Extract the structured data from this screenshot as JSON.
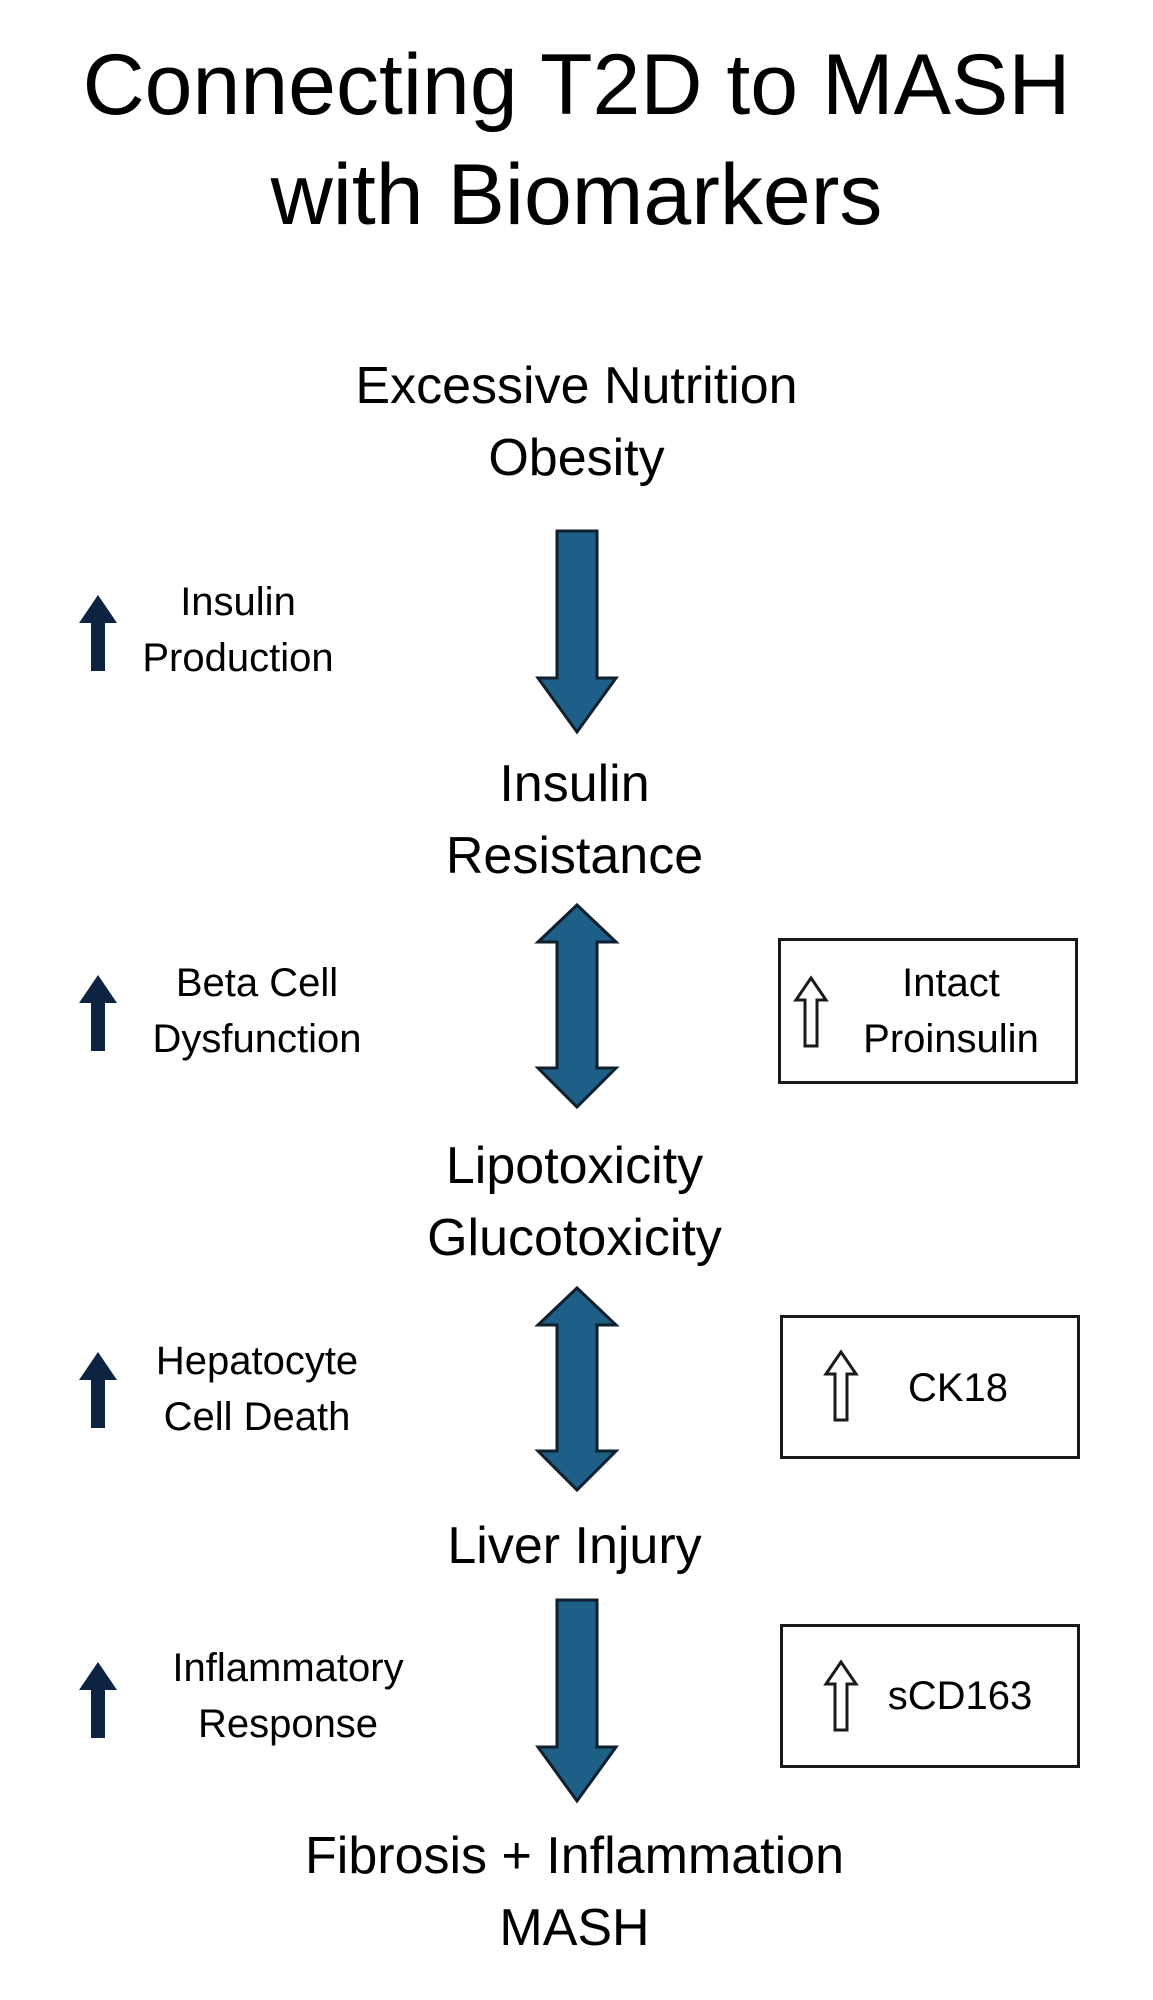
{
  "title": {
    "line1": "Connecting T2D to MASH",
    "line2": "with Biomarkers"
  },
  "stages": [
    {
      "lines": [
        "Excessive Nutrition",
        "Obesity"
      ]
    },
    {
      "lines": [
        "Insulin",
        "Resistance"
      ]
    },
    {
      "lines": [
        "Lipotoxicity",
        "Glucotoxicity"
      ]
    },
    {
      "lines": [
        "Liver Injury"
      ]
    },
    {
      "lines": [
        "Fibrosis + Inflammation",
        "MASH"
      ]
    }
  ],
  "processes": [
    {
      "lines": [
        "Insulin",
        "Production"
      ]
    },
    {
      "lines": [
        "Beta Cell",
        "Dysfunction"
      ]
    },
    {
      "lines": [
        "Hepatocyte",
        "Cell Death"
      ]
    },
    {
      "lines": [
        "Inflammatory",
        "Response"
      ]
    }
  ],
  "biomarkers": [
    {
      "lines": [
        "Intact",
        "Proinsulin"
      ]
    },
    {
      "lines": [
        "CK18"
      ]
    },
    {
      "lines": [
        "sCD163"
      ]
    }
  ],
  "colors": {
    "flow_arrow_fill": "#1d5f86",
    "flow_arrow_stroke": "#0f1f2e",
    "increase_arrow": "#0d2342",
    "box_border": "#1a1a1a"
  },
  "icons": {
    "flow_down": "down-arrow-icon",
    "flow_bidirectional": "double-arrow-icon",
    "increase_solid": "up-arrow-icon",
    "increase_outline": "outline-up-arrow-icon"
  }
}
